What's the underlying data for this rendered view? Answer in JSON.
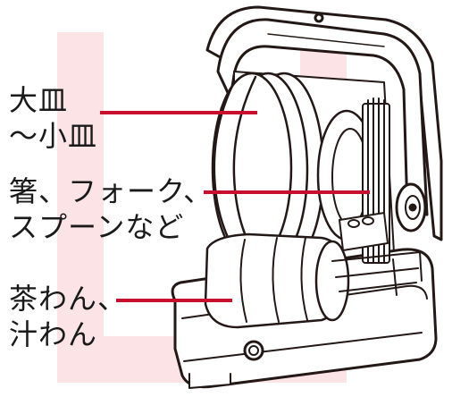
{
  "labels": {
    "plates": {
      "line1": "大皿",
      "line2": "～小皿"
    },
    "utensils": {
      "line1": "箸、フォーク、",
      "line2": "スプーンなど"
    },
    "bowls": {
      "line1": "茶わん、",
      "line2": "汁わん"
    }
  },
  "colors": {
    "leader_line": "#c8102e",
    "background_mark": "#fbe3e6",
    "outline": "#231815",
    "body": "#ffffff"
  },
  "icons": [
    "dish-dryer-illustration"
  ]
}
